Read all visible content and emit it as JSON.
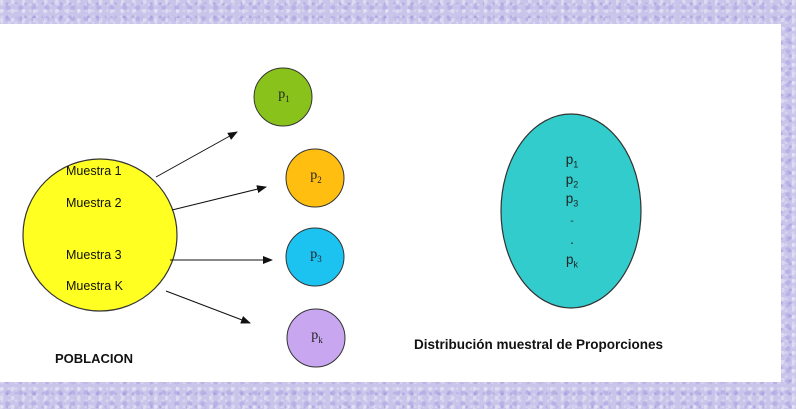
{
  "population": {
    "label": "POBLACION",
    "color": "#ffff22",
    "samples": [
      {
        "label": "Muestra 1"
      },
      {
        "label": "Muestra 2"
      },
      {
        "label": "Muestra 3"
      },
      {
        "label": "Muestra K"
      }
    ]
  },
  "proportions": [
    {
      "base": "p",
      "sub": "1",
      "color": "#88c21a"
    },
    {
      "base": "p",
      "sub": "2",
      "color": "#ffbe10"
    },
    {
      "base": "p",
      "sub": "3",
      "color": "#1cc2f0"
    },
    {
      "base": "p",
      "sub": "k",
      "color": "#c9a6f0"
    }
  ],
  "distribution": {
    "color": "#33cccc",
    "items": [
      {
        "base": "p",
        "sub": "1"
      },
      {
        "base": "p",
        "sub": "2"
      },
      {
        "base": "p",
        "sub": "3"
      },
      {
        "base": "-",
        "sub": ""
      },
      {
        "base": ".",
        "sub": ""
      },
      {
        "base": "p",
        "sub": "k"
      }
    ],
    "caption": "Distribución muestral de Proporciones"
  }
}
